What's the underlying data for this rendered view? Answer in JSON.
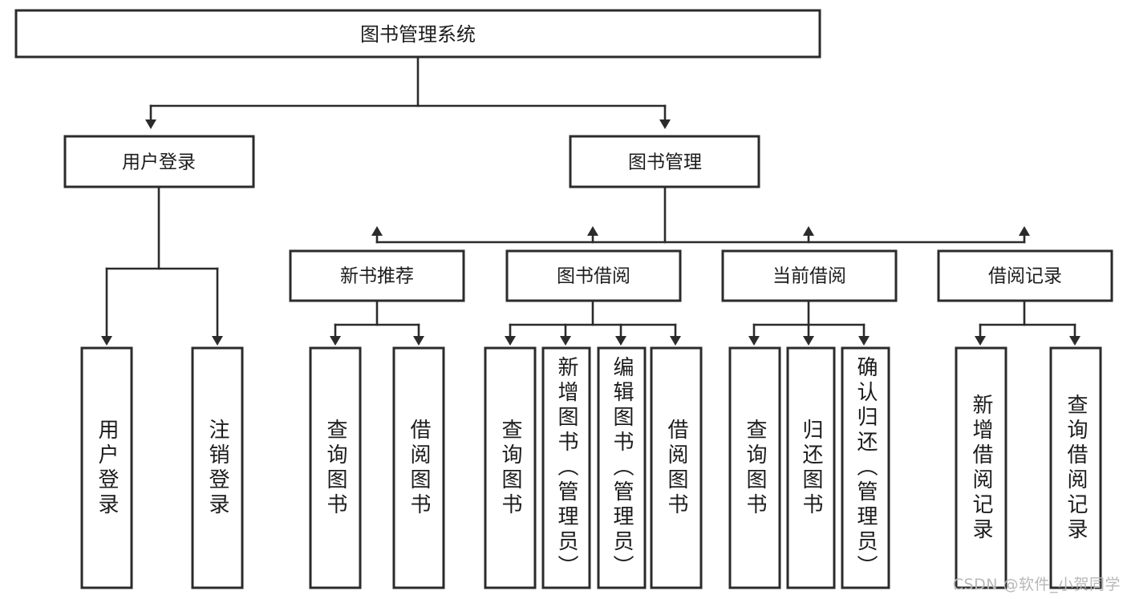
{
  "diagram": {
    "title": "图书管理系统",
    "watermark": "CSDN @软件_小贺同学",
    "levels": {
      "root": {
        "label": "图书管理系统"
      },
      "level2": [
        {
          "label": "用户登录"
        },
        {
          "label": "图书管理"
        }
      ],
      "level3": [
        {
          "label": "新书推荐"
        },
        {
          "label": "图书借阅"
        },
        {
          "label": "当前借阅"
        },
        {
          "label": "借阅记录"
        }
      ],
      "leaves": {
        "user_login": [
          {
            "label": "用户登录"
          },
          {
            "label": "注销登录"
          }
        ],
        "new_book": [
          {
            "label": "查询图书"
          },
          {
            "label": "借阅图书"
          }
        ],
        "book_borrow": [
          {
            "label": "查询图书"
          },
          {
            "label": "新增图书（管理员）"
          },
          {
            "label": "编辑图书（管理员）"
          },
          {
            "label": "借阅图书"
          }
        ],
        "current_borrow": [
          {
            "label": "查询图书"
          },
          {
            "label": "归还图书"
          },
          {
            "label": "确认归还（管理员）"
          }
        ],
        "borrow_record": [
          {
            "label": "新增借阅记录"
          },
          {
            "label": "查询借阅记录"
          }
        ]
      }
    },
    "colors": {
      "stroke": "#2b2b2b",
      "fill": "#ffffff",
      "text": "#1c1c1c",
      "watermark": "#b8b8b8"
    }
  }
}
